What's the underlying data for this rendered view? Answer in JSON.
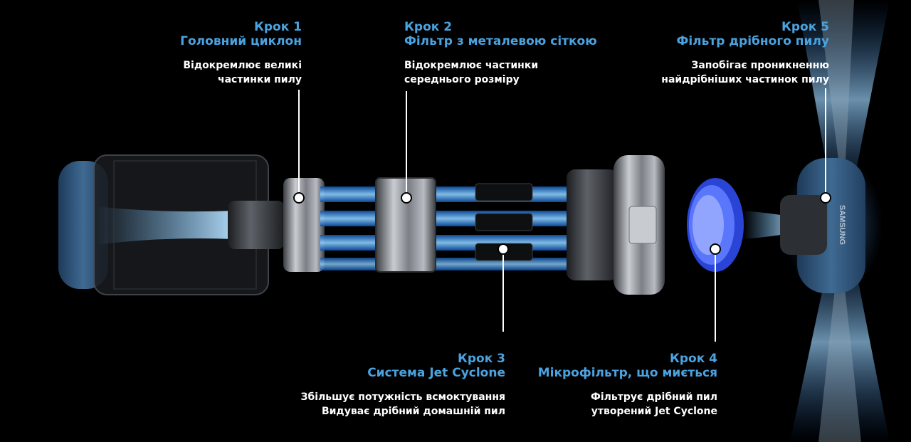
{
  "brand": "SAMSUNG",
  "colors": {
    "accent": "#4aa3e0",
    "text": "#ffffff",
    "background": "#000000",
    "airflow": "#5fb8ff"
  },
  "steps": [
    {
      "step": "Крок 1",
      "title": "Головний циклон",
      "desc1": "Відокремлює великі",
      "desc2": "частинки пилу"
    },
    {
      "step": "Крок 2",
      "title": "Фільтр з металевою сіткою",
      "desc1": "Відокремлює частинки",
      "desc2": "середнього розміру"
    },
    {
      "step": "Крок 3",
      "title": "Система Jet Cyclone",
      "desc1": "Збільшує потужність всмоктування",
      "desc2": "Видуває дрібний домашній пил"
    },
    {
      "step": "Крок 4",
      "title": "Мікрофільтр, що миється",
      "desc1": "Фільтрує дрібний пил",
      "desc2": "утворений Jet Cyclone"
    },
    {
      "step": "Крок 5",
      "title": "Фільтр дрібного пилу",
      "desc1": "Запобігає проникненню",
      "desc2": "найдрібніших частинок пилу"
    }
  ]
}
